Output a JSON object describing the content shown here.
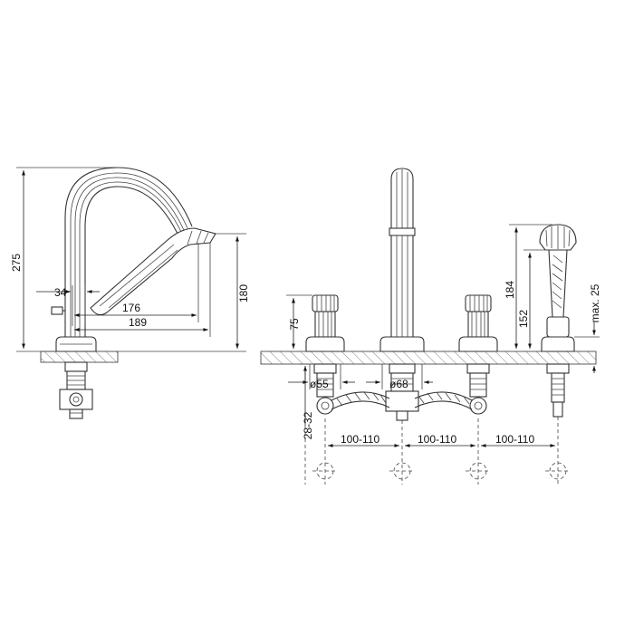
{
  "dimensions": {
    "spout_height": "275",
    "mount_offset": "34",
    "spout_reach_inner": "176",
    "spout_reach_outer": "189",
    "outlet_height": "180",
    "valve_height": "75",
    "valve_diameter": "ø55",
    "spout_diameter": "ø68",
    "deck_thickness": "28-32",
    "spacing_1": "100-110",
    "spacing_2": "100-110",
    "spacing_3": "100-110",
    "shower_height": "184",
    "shower_holder_height": "152",
    "max_deck_clearance": "max. 25"
  }
}
